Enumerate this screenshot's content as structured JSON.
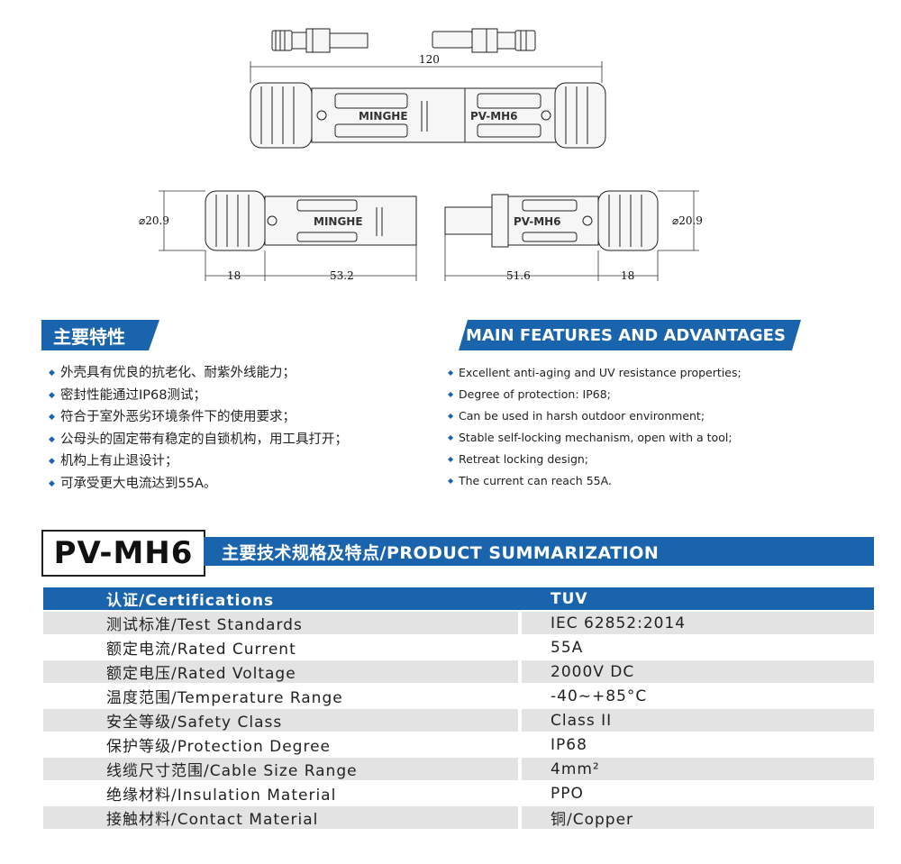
{
  "drawing": {
    "dim_total": "120",
    "dim_dia_left": "⌀20.9",
    "dim_dia_right": "⌀20.9",
    "dim_nut_left": "18",
    "dim_body_left": "53.2",
    "dim_body_right": "51.6",
    "dim_nut_right": "18",
    "brand_left": "MINGHE",
    "model_right": "PV-MH6"
  },
  "features_cn": {
    "title": "主要特性",
    "items": [
      "外壳具有优良的抗老化、耐紫外线能力；",
      "密封性能通过IP68测试；",
      "符合于室外恶劣环境条件下的使用要求；",
      "公母头的固定带有稳定的自锁机构，用工具打开；",
      "机构上有止退设计；",
      "可承受更大电流达到55A。"
    ]
  },
  "features_en": {
    "title": "MAIN FEATURES AND ADVANTAGES",
    "items": [
      "Excellent anti-aging and UV resistance properties;",
      "Degree of protection: IP68;",
      "Can be used in harsh outdoor environment;",
      "Stable self-locking mechanism, open with a tool;",
      "Retreat locking design;",
      "The current can reach 55A."
    ]
  },
  "summary": {
    "model": "PV-MH6",
    "title": "主要技术规格及特点/PRODUCT SUMMARIZATION",
    "rows": [
      {
        "label": "认证/Certifications",
        "value": "TUV"
      },
      {
        "label": "测试标准/Test Standards",
        "value": "IEC 62852:2014"
      },
      {
        "label": "额定电流/Rated Current",
        "value": "55A"
      },
      {
        "label": "额定电压/Rated Voltage",
        "value": "2000V DC"
      },
      {
        "label": "温度范围/Temperature Range",
        "value": "-40~+85°C"
      },
      {
        "label": "安全等级/Safety Class",
        "value": "Class II"
      },
      {
        "label": "保护等级/Protection Degree",
        "value": "IP68"
      },
      {
        "label": "线缆尺寸范围/Cable Size Range",
        "value": "4mm²"
      },
      {
        "label": "绝缘材料/Insulation Material",
        "value": "PPO"
      },
      {
        "label": "接触材料/Contact Material",
        "value": "铜/Copper"
      }
    ]
  },
  "colors": {
    "accent": "#1a64ae",
    "row_alt": "#e3e3e3"
  }
}
